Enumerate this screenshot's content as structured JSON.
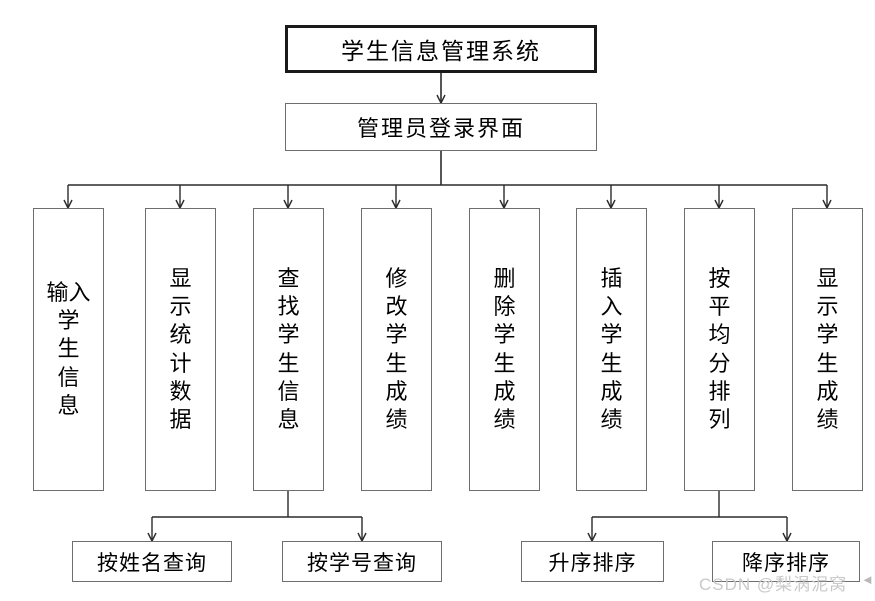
{
  "diagram": {
    "title_node": {
      "label": "学生信息管理系统"
    },
    "level2_node": {
      "label": "管理员登录界面"
    },
    "columns": [
      {
        "label": "输入\n学\n生\n信\n息",
        "plain": "输入学生信息"
      },
      {
        "label": "显\n示\n统\n计\n数\n据",
        "plain": "显示统计数据"
      },
      {
        "label": "查\n找\n学\n生\n信\n息",
        "plain": "查找学生信息"
      },
      {
        "label": "修\n改\n学\n生\n成\n绩",
        "plain": "修改学生成绩"
      },
      {
        "label": "删\n除\n学\n生\n成\n绩",
        "plain": "删除学生成绩"
      },
      {
        "label": "插\n入\n学\n生\n成\n绩",
        "plain": "插入学生成绩"
      },
      {
        "label": "按\n平\n均\n分\n排\n列",
        "plain": "按平均分排列"
      },
      {
        "label": "显\n示\n学\n生\n成\n绩",
        "plain": "显示学生成绩"
      }
    ],
    "leaves": [
      {
        "label": "按姓名查询",
        "parent": "查找学生信息"
      },
      {
        "label": "按学号查询",
        "parent": "查找学生信息"
      },
      {
        "label": "升序排序",
        "parent": "按平均分排列"
      },
      {
        "label": "降序排序",
        "parent": "按平均分排列"
      }
    ],
    "watermark": {
      "text": "CSDN @梨涡泥窝",
      "dot": "◄"
    },
    "colors": {
      "root_border": "#1a1a1a",
      "box_border": "#6e6e6e",
      "line": "#2b2b2b",
      "background": "#ffffff",
      "text": "#000000",
      "watermark": "#c9c9c9"
    }
  }
}
